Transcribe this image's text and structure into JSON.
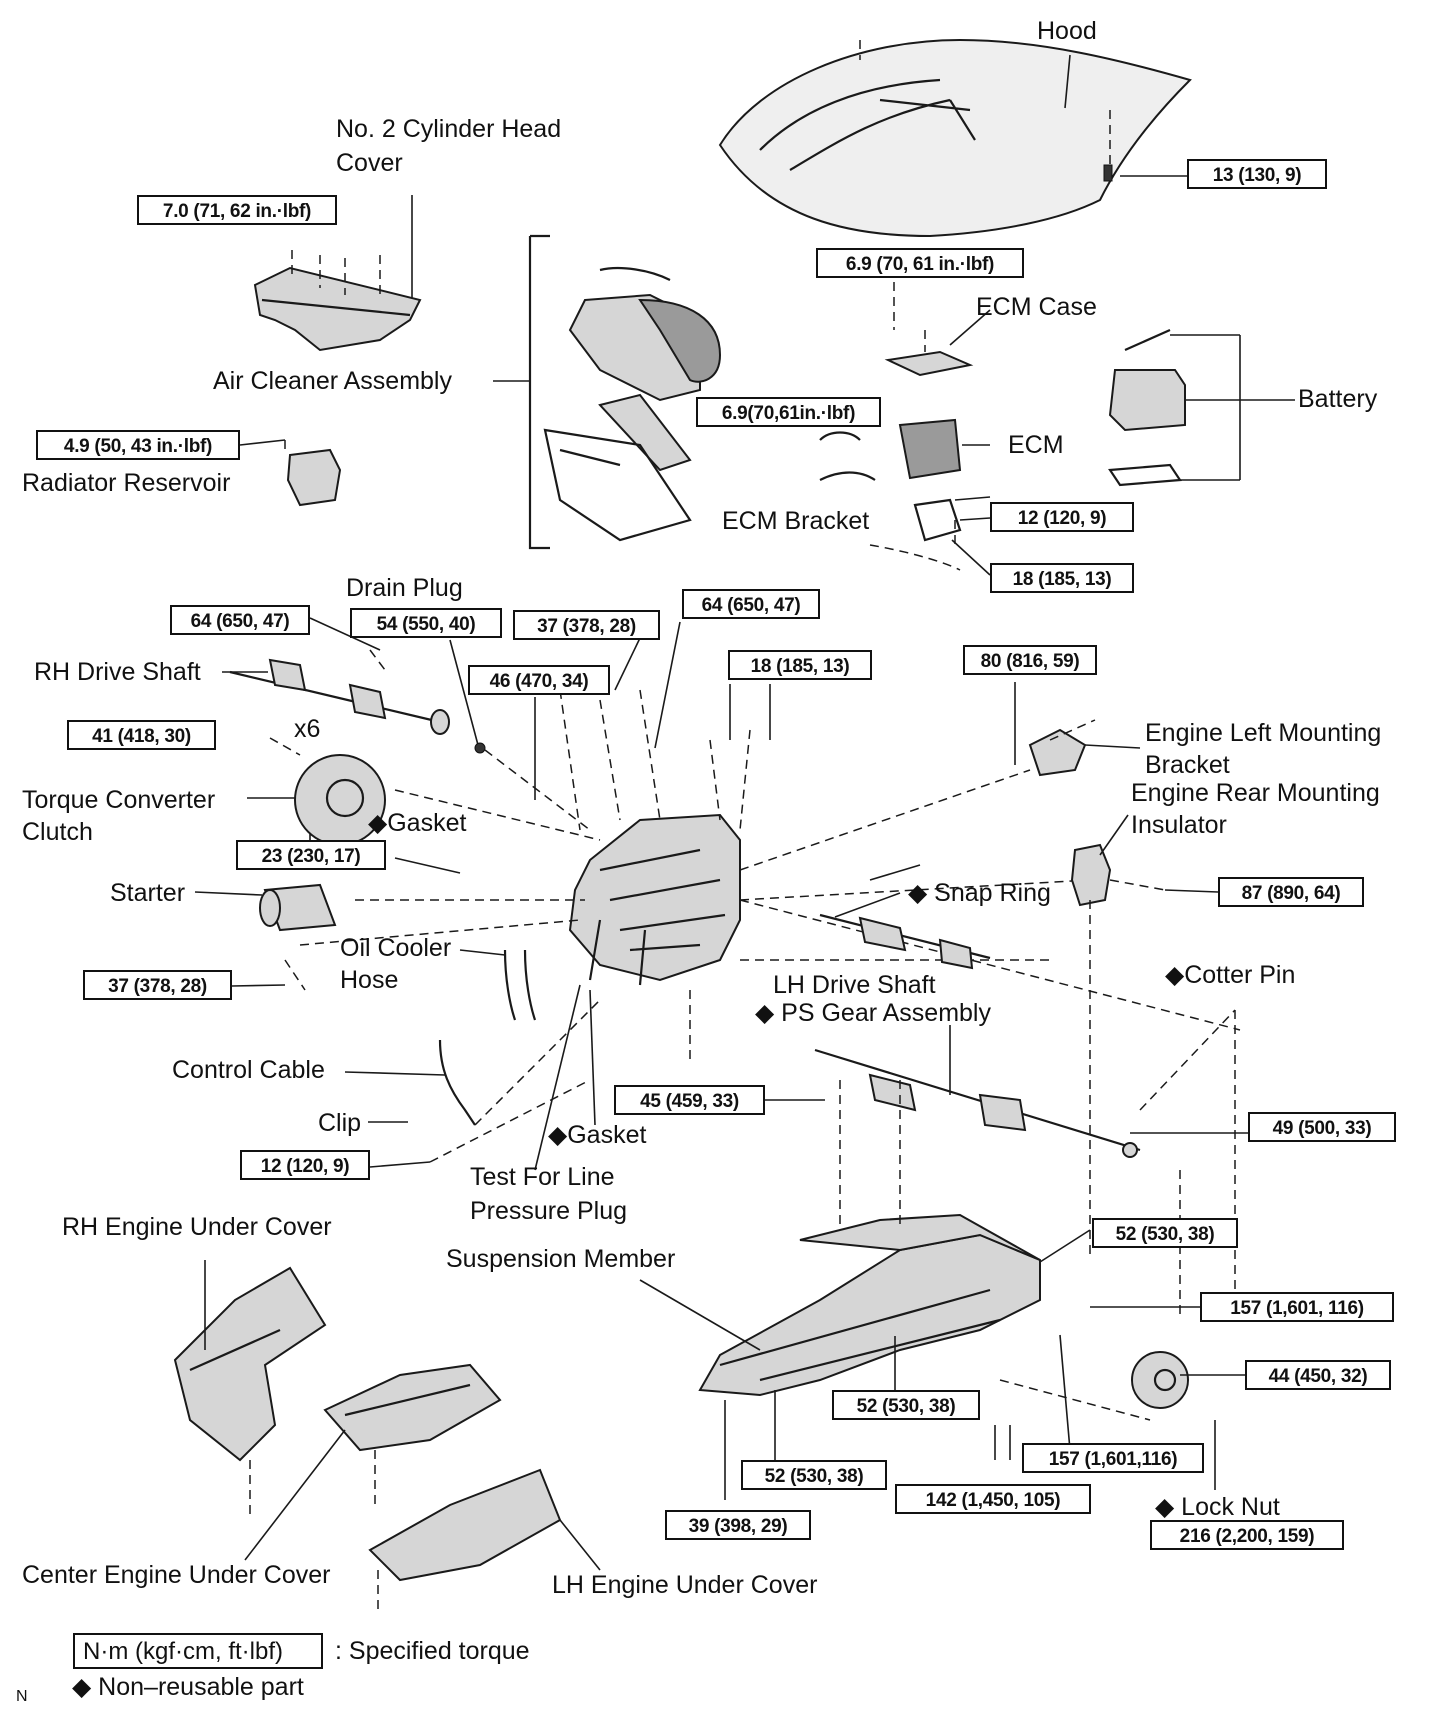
{
  "labels": {
    "hood": "Hood",
    "no2_cyl_head_cover": "No. 2  Cylinder  Head\nCover",
    "air_cleaner": "Air Cleaner Assembly",
    "radiator_reservoir": "Radiator Reservoir",
    "ecm_case": "ECM Case",
    "battery": "Battery",
    "ecm": "ECM",
    "ecm_bracket": "ECM Bracket",
    "drain_plug": "Drain Plug",
    "rh_drive_shaft": "RH Drive Shaft",
    "x6": "x6",
    "torque_converter": "Torque  Converter\nClutch",
    "gasket_1": "◆Gasket",
    "starter": "Starter",
    "oil_cooler_hose": "Oil Cooler\nHose",
    "engine_left_mounting": "Engine  Left  Mounting\nBracket",
    "engine_rear_mounting": "Engine  Rear  Mounting\nInsulator",
    "snap_ring": "◆ Snap Ring",
    "lh_drive_shaft": "LH Drive Shaft",
    "cotter_pin": "◆Cotter Pin",
    "ps_gear": "◆  PS Gear Assembly",
    "control_cable": "Control Cable",
    "clip": "Clip",
    "gasket_2": "◆Gasket",
    "test_plug": "Test For Line\nPressure Plug",
    "rh_under_cover": "RH Engine Under Cover",
    "suspension_member": "Suspension Member",
    "center_under_cover": "Center Engine Under Cover",
    "lh_under_cover": "LH Engine Under Cover",
    "lock_nut": "◆ Lock Nut"
  },
  "torques": {
    "hood": "13 (130, 9)",
    "no2_cyl": "7.0 (71, 62 in.·lbf)",
    "ecm_case": "6.9 (70, 61 in.·lbf)",
    "ecm": "6.9(70,61in.·lbf)",
    "radiator": "4.9 (50, 43 in.·lbf)",
    "ecm_br_1": "12 (120, 9)",
    "ecm_br_2": "18 (185, 13)",
    "rh_shaft": "64 (650, 47)",
    "drain": "54 (550, 40)",
    "t37a": "37 (378, 28)",
    "t64b": "64 (650, 47)",
    "t46": "46 (470, 34)",
    "t18": "18 (185, 13)",
    "t80": "80 (816, 59)",
    "t41": "41 (418, 30)",
    "t23": "23 (230, 17)",
    "t87": "87 (890, 64)",
    "t37b": "37 (378, 28)",
    "t45": "45 (459, 33)",
    "t49": "49 (500, 33)",
    "t12": "12 (120, 9)",
    "t52a": "52 (530, 38)",
    "t157a": "157 (1,601, 116)",
    "t44": "44 (450, 32)",
    "t52b": "52 (530, 38)",
    "t157b": "157 (1,601,116)",
    "t52c": "52 (530, 38)",
    "t142": "142 (1,450, 105)",
    "t39": "39 (398, 29)",
    "t216": "216 (2,200, 159)"
  },
  "legend": {
    "unit_box": "N·m (kgf·cm, ft·lbf)",
    "unit_text": ": Specified torque",
    "nonreusable": "◆ Non–reusable part",
    "corner_mark": "N"
  }
}
